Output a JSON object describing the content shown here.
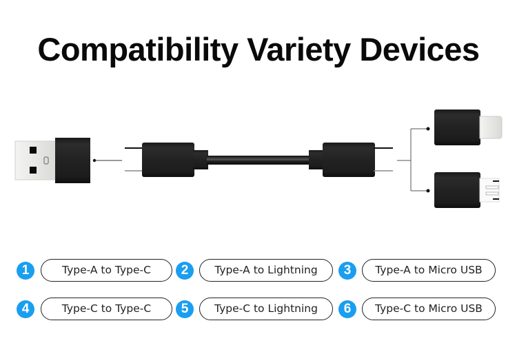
{
  "title": "Compatibility Variety Devices",
  "accent_color": "#1a9ef0",
  "illustration": {
    "left_plug": "usb-a-connector",
    "cable": "usb-c-to-usb-c-cable",
    "adapters": [
      "lightning-adapter",
      "micro-usb-adapter"
    ]
  },
  "options": [
    {
      "number": "1",
      "label": "Type-A to Type-C"
    },
    {
      "number": "2",
      "label": "Type-A to Lightning"
    },
    {
      "number": "3",
      "label": "Type-A to Micro USB"
    },
    {
      "number": "4",
      "label": "Type-C to Type-C"
    },
    {
      "number": "5",
      "label": "Type-C to Lightning"
    },
    {
      "number": "6",
      "label": "Type-C to Micro USB"
    }
  ]
}
